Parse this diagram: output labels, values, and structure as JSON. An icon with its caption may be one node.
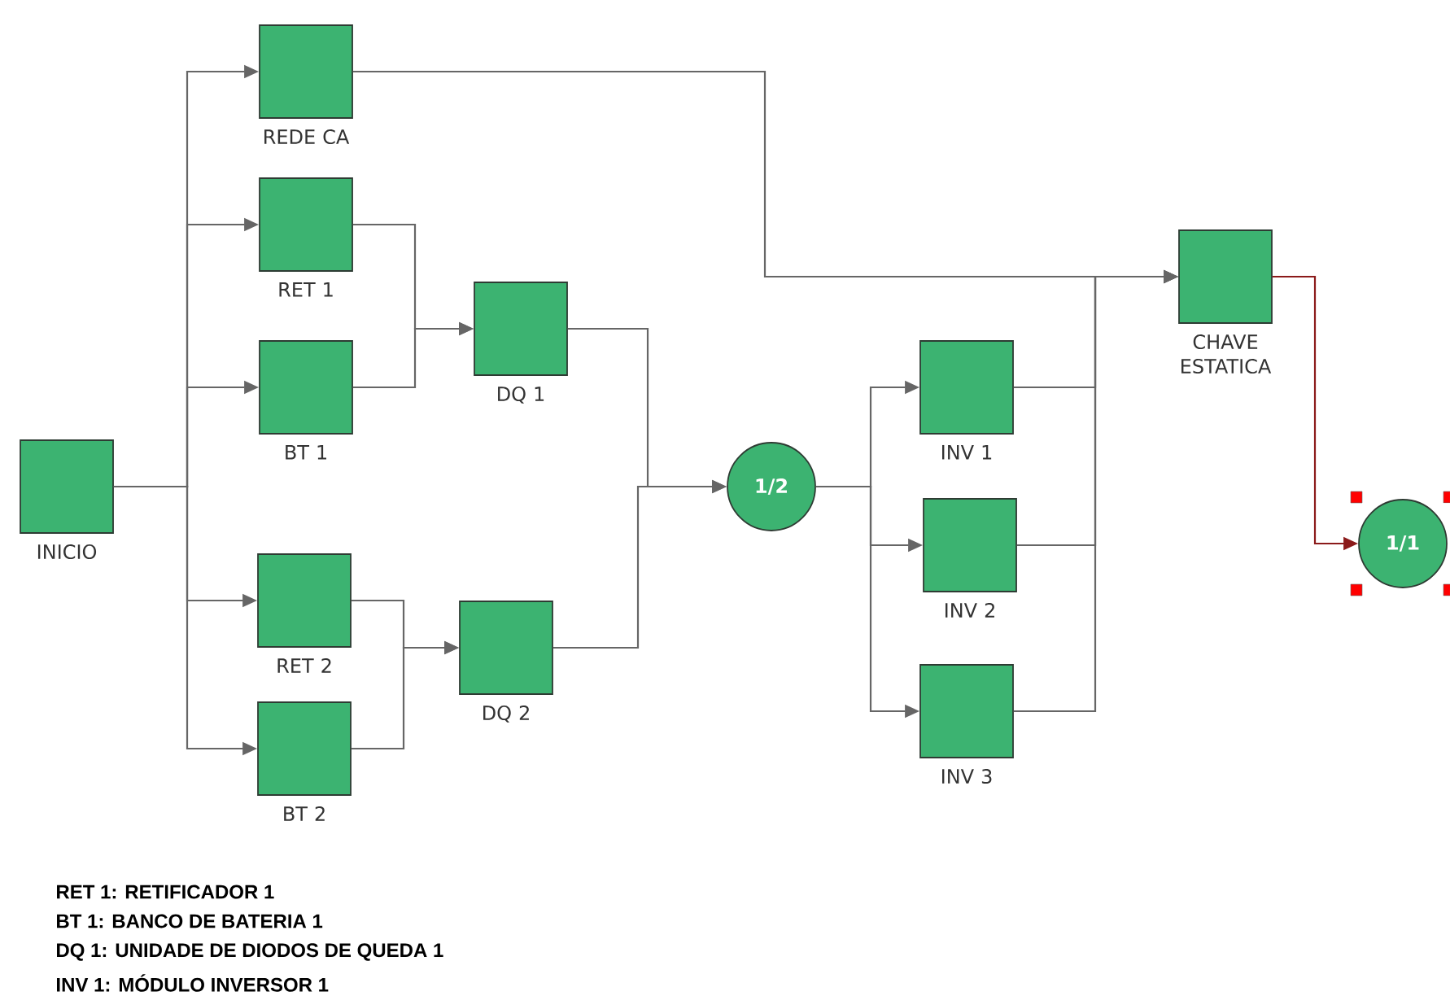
{
  "diagram": {
    "nodes": [
      {
        "text": [
          "INICIO"
        ]
      },
      {
        "text": [
          "REDE CA"
        ]
      },
      {
        "text": [
          "RET 1"
        ]
      },
      {
        "text": [
          "BT 1"
        ]
      },
      {
        "text": [
          "DQ 1"
        ]
      },
      {
        "text": [
          "RET 2"
        ]
      },
      {
        "text": [
          "BT 2"
        ]
      },
      {
        "text": [
          "DQ 2"
        ]
      },
      {
        "text": [
          "1/2"
        ]
      },
      {
        "text": [
          "INV 1"
        ]
      },
      {
        "text": [
          "INV 2"
        ]
      },
      {
        "text": [
          "INV 3"
        ]
      },
      {
        "text": [
          "CHAVE ESTATICA"
        ]
      },
      {
        "text": [
          "1/1"
        ]
      }
    ],
    "edges": [
      {
        "from": 0,
        "to": 1,
        "arrow": "to"
      },
      {
        "from": 0,
        "to": 2,
        "arrow": "to"
      },
      {
        "from": 0,
        "to": 3,
        "arrow": "to"
      },
      {
        "from": 0,
        "to": 5,
        "arrow": "to"
      },
      {
        "from": 0,
        "to": 6,
        "arrow": "to"
      },
      {
        "from": 2,
        "to": 4,
        "arrow": "to"
      },
      {
        "from": 3,
        "to": 4,
        "arrow": "to"
      },
      {
        "from": 5,
        "to": 7,
        "arrow": "to"
      },
      {
        "from": 6,
        "to": 7,
        "arrow": "to"
      },
      {
        "from": 4,
        "to": 8,
        "arrow": "to"
      },
      {
        "from": 7,
        "to": 8,
        "arrow": "to"
      },
      {
        "from": 8,
        "to": 9,
        "arrow": "to"
      },
      {
        "from": 8,
        "to": 10,
        "arrow": "to"
      },
      {
        "from": 8,
        "to": 11,
        "arrow": "to"
      },
      {
        "from": 1,
        "to": 12,
        "arrow": "to"
      },
      {
        "from": 9,
        "to": 12,
        "arrow": "to"
      },
      {
        "from": 10,
        "to": 12,
        "arrow": "to"
      },
      {
        "from": 11,
        "to": 12,
        "arrow": "to"
      },
      {
        "from": 12,
        "to": 13,
        "arrow": "to",
        "color": "#8b1a1a"
      }
    ],
    "labels": [
      "RET 1: RETIFICADOR 1",
      "BT 1: BANCO DE BATERIA 1",
      "DQ 1: UNIDADE DE DIODOS DE QUEDA 1",
      "INV 1: MÓDULO INVERSOR 1"
    ]
  }
}
